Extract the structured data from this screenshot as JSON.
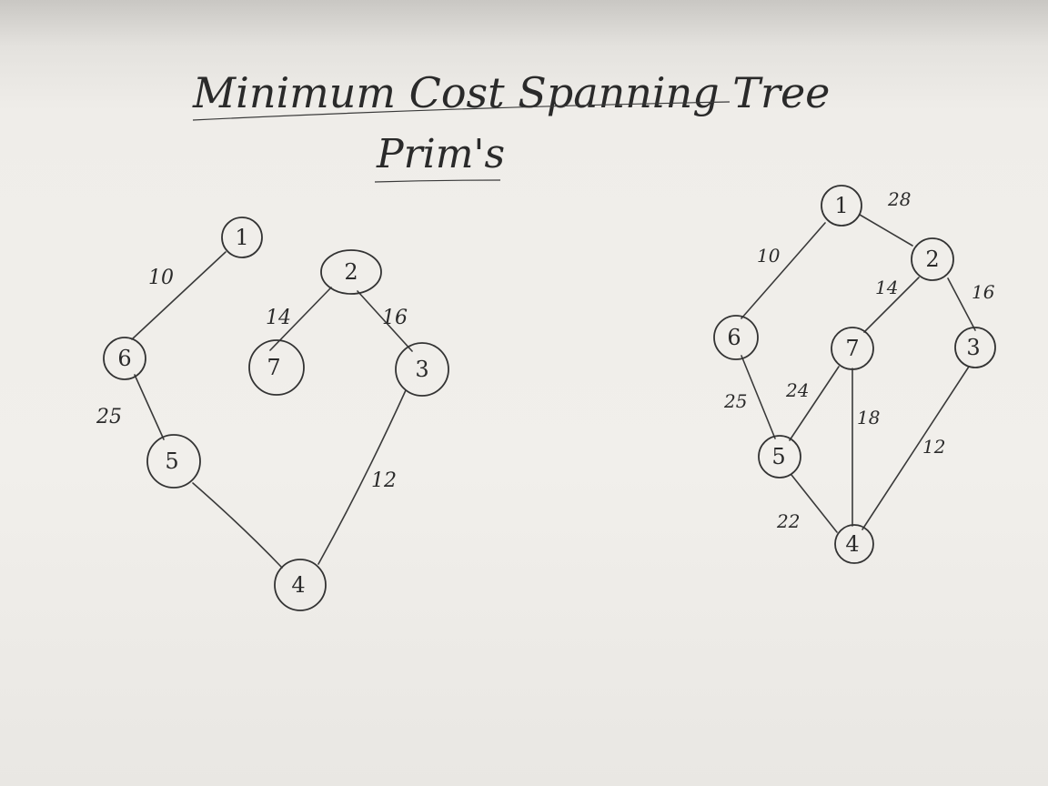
{
  "title": "Minimum Cost Spanning Tree",
  "subtitle": "Prim's",
  "spanning_tree": {
    "nodes": [
      "1",
      "2",
      "3",
      "4",
      "5",
      "6",
      "7"
    ],
    "edges": [
      {
        "from": "1",
        "to": "6",
        "weight": "10"
      },
      {
        "from": "2",
        "to": "7",
        "weight": "14"
      },
      {
        "from": "2",
        "to": "3",
        "weight": "16"
      },
      {
        "from": "6",
        "to": "5",
        "weight": "25"
      },
      {
        "from": "3",
        "to": "4",
        "weight": "12"
      },
      {
        "from": "5",
        "to": "4",
        "weight": ""
      }
    ]
  },
  "graph": {
    "nodes": [
      "1",
      "2",
      "3",
      "4",
      "5",
      "6",
      "7"
    ],
    "edges": [
      {
        "from": "1",
        "to": "2",
        "weight": "28"
      },
      {
        "from": "1",
        "to": "6",
        "weight": "10"
      },
      {
        "from": "2",
        "to": "7",
        "weight": "14"
      },
      {
        "from": "2",
        "to": "3",
        "weight": "16"
      },
      {
        "from": "6",
        "to": "5",
        "weight": "25"
      },
      {
        "from": "7",
        "to": "5",
        "weight": "24"
      },
      {
        "from": "7",
        "to": "4",
        "weight": "18"
      },
      {
        "from": "3",
        "to": "4",
        "weight": "12"
      },
      {
        "from": "5",
        "to": "4",
        "weight": "22"
      }
    ]
  },
  "colors": {
    "ink": "#2a2a2a",
    "board": "#f1efeb"
  }
}
